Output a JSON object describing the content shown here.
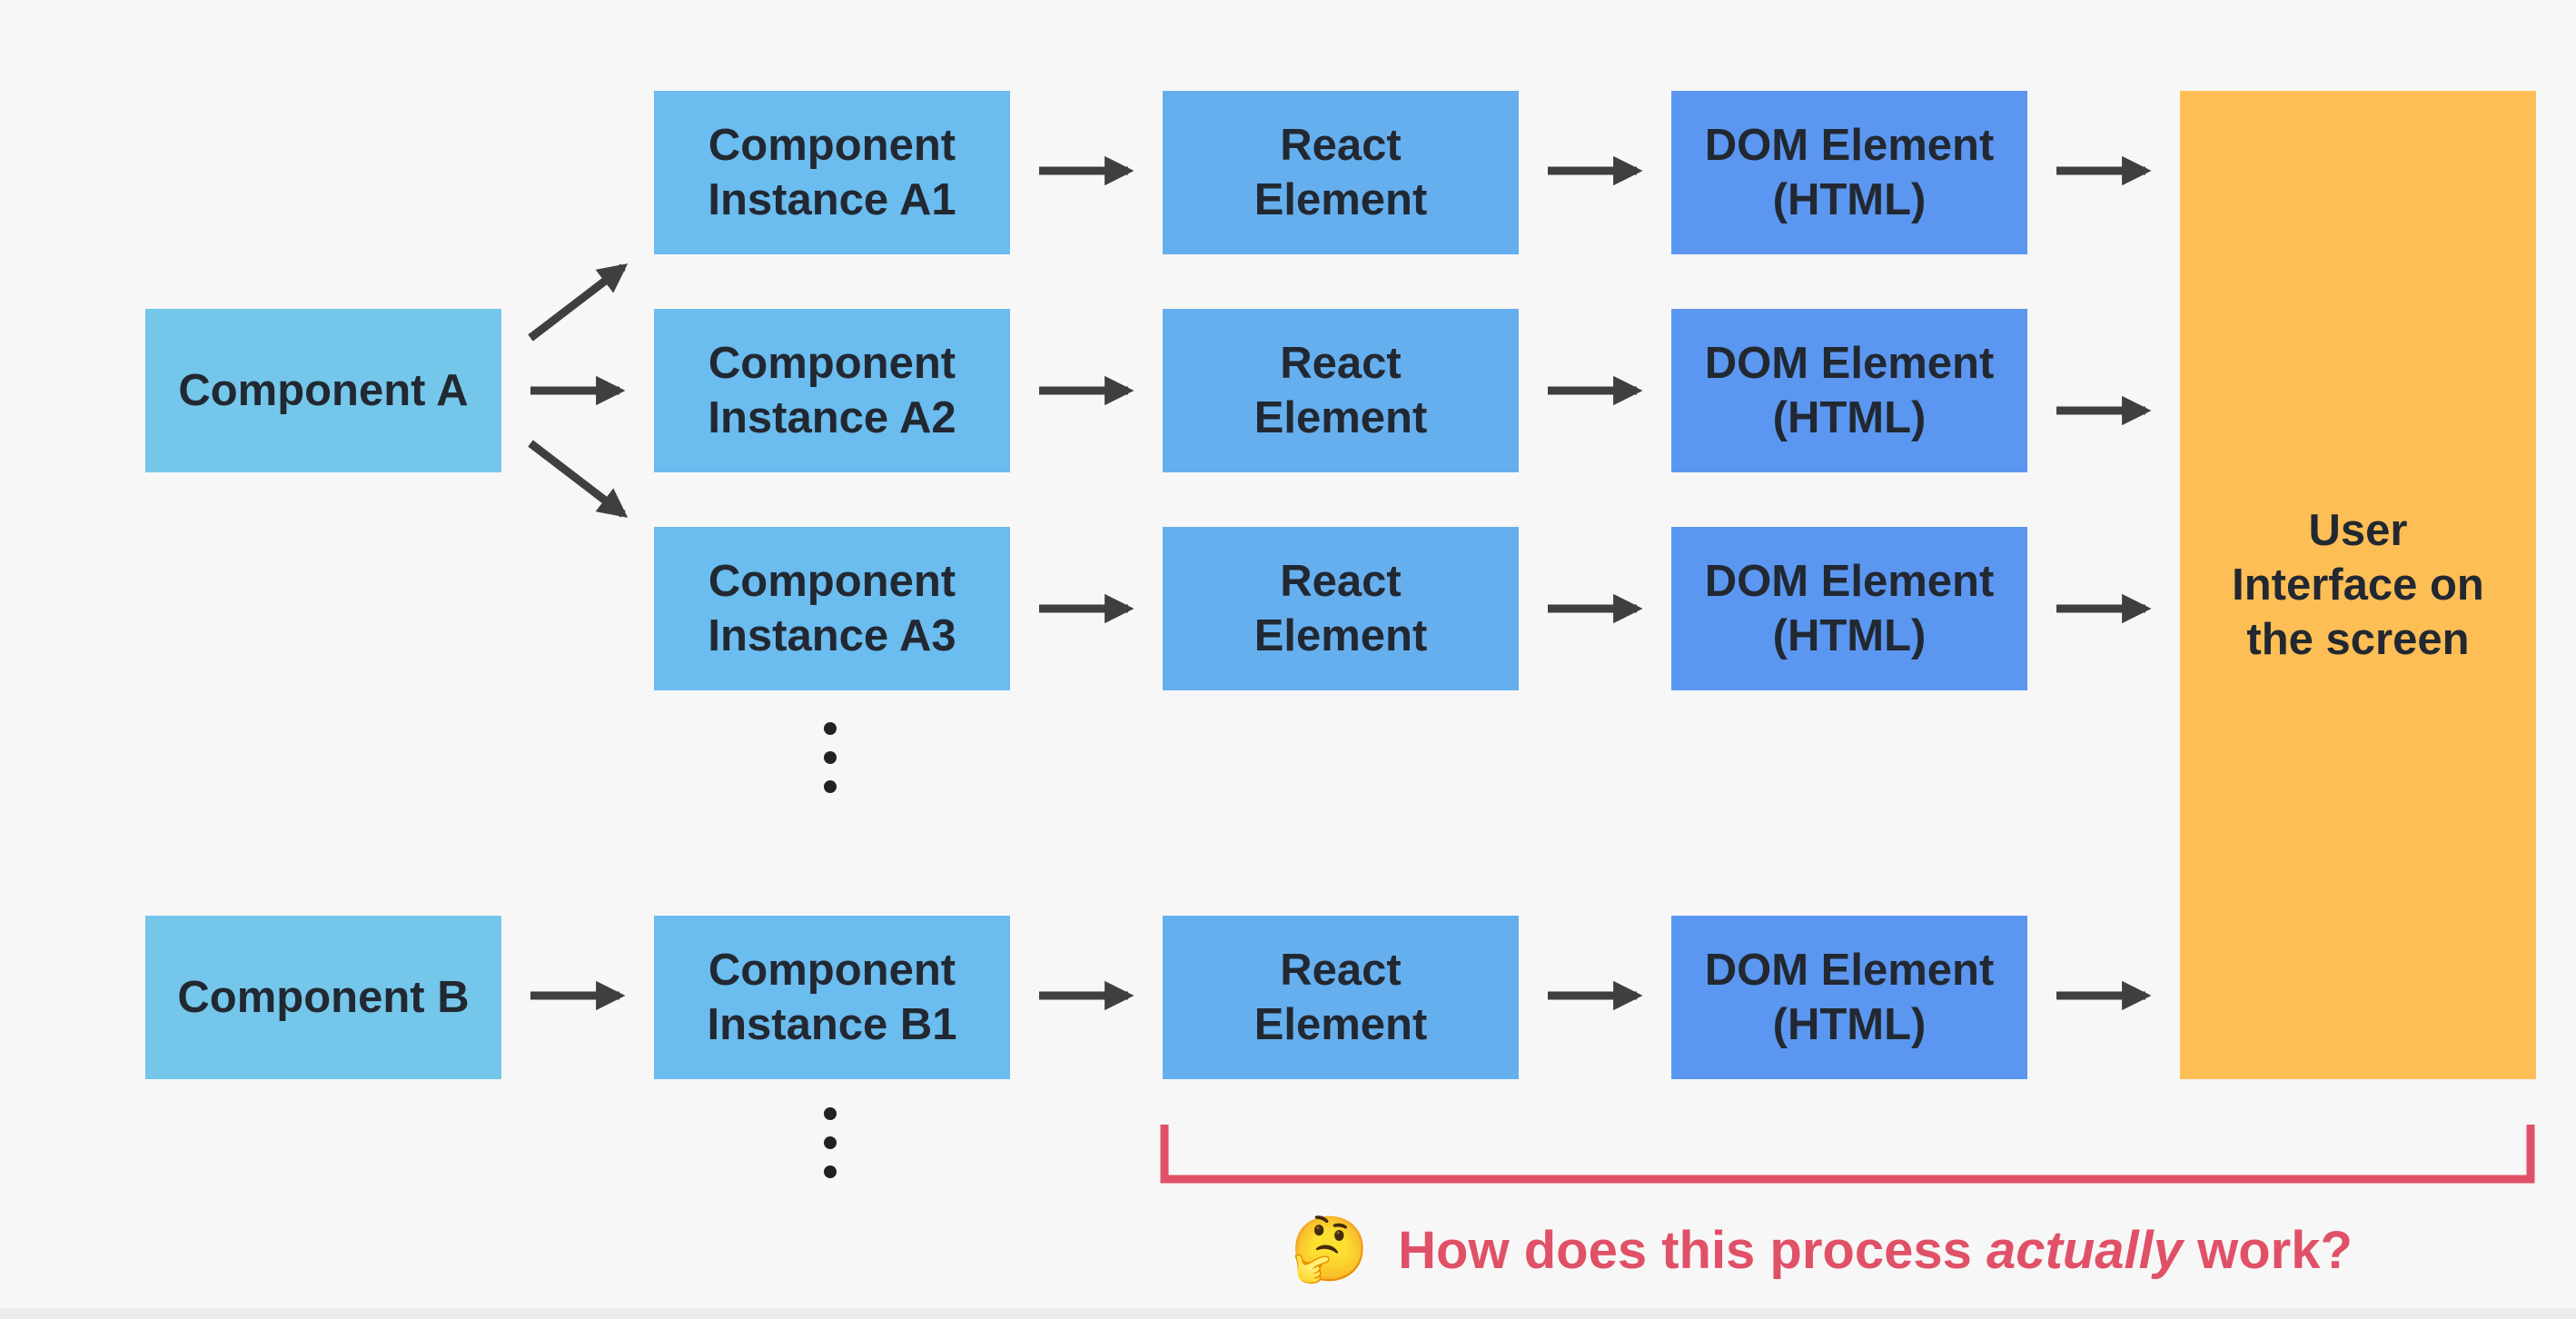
{
  "components": {
    "a": "Component A",
    "b": "Component B"
  },
  "instances": {
    "a1": "Component\nInstance A1",
    "a2": "Component\nInstance A2",
    "a3": "Component\nInstance A3",
    "b1": "Component\nInstance B1"
  },
  "react_element": "React\nElement",
  "dom_element": "DOM Element\n(HTML)",
  "user_interface": "User\nInterface on\nthe screen",
  "question": {
    "emoji": "🤔",
    "before": "How does this process ",
    "emphasis": "actually",
    "after": " work?"
  },
  "colors": {
    "component": "#74c7ea",
    "instance": "#6bbcef",
    "react": "#66afef",
    "dom": "#5b97f0",
    "ui": "#fdbe55",
    "arrow": "#3f3f3f",
    "bracket": "#e05168"
  }
}
